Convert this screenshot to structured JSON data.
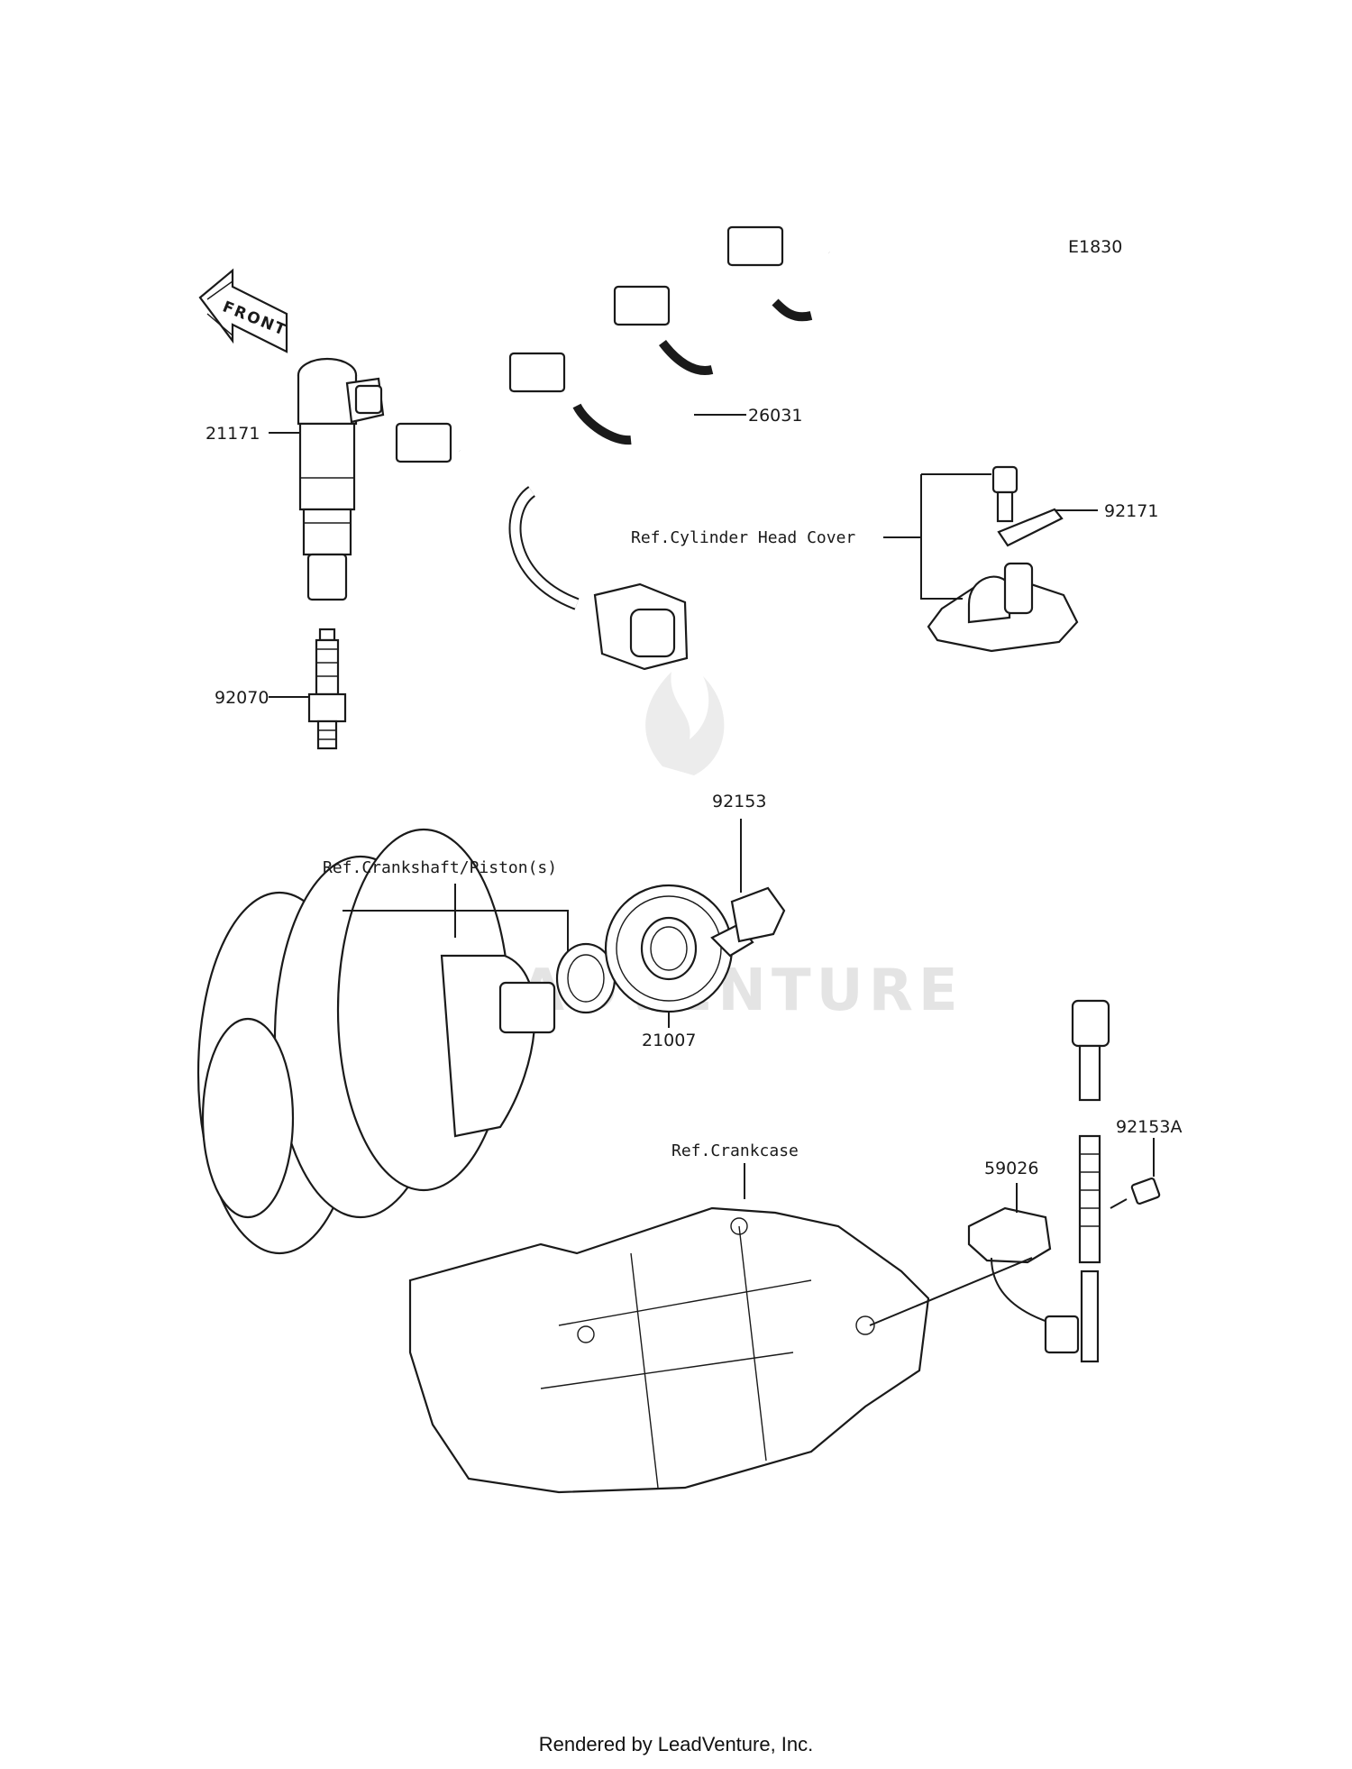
{
  "diagram_code": "E1830",
  "front_label": "FRONT",
  "watermark": "LEADVENTURE",
  "part_labels": {
    "ignition_coil": "21171",
    "harness": "26031",
    "bracket": "92171",
    "spark_plug": "92070",
    "bolt_top": "92153",
    "rotor": "21007",
    "sensor": "59026",
    "bolt_sensor": "92153A"
  },
  "references": {
    "cylinder_head_cover": "Ref.Cylinder Head Cover",
    "crankshaft": "Ref.Crankshaft/Piston(s)",
    "crankcase": "Ref.Crankcase"
  },
  "footer": "Rendered by LeadVenture, Inc."
}
